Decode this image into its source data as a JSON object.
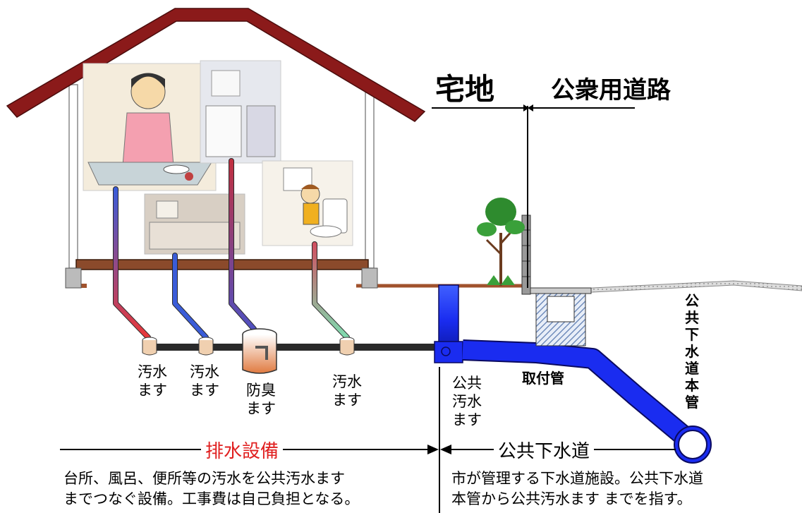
{
  "headings": {
    "private_land": "宅地",
    "public_road": "公衆用道路"
  },
  "labels": {
    "sewage_basin_1": "汚水ます",
    "sewage_basin_2": "汚水ます",
    "odor_trap_basin": "防臭ます",
    "sewage_basin_3": "汚水ます",
    "public_sewage_basin": "公共汚水ます",
    "lateral_pipe": "取付管",
    "main_sewer": "公共下水道本管"
  },
  "sections": {
    "drainage_facility": {
      "title": "排水設備",
      "title_color": "#e02020",
      "desc_line1": "台所、風呂、便所等の汚水を公共汚水ます",
      "desc_line2": "までつなぐ設備。工事費は自己負担となる。"
    },
    "public_sewer": {
      "title": "公共下水道",
      "title_color": "#000000",
      "desc_line1": "市が管理する下水道施設。公共下水道",
      "desc_line2": "本管から公共汚水ます までを指す。"
    }
  },
  "colors": {
    "roof": "#8b1a1a",
    "public_pipe": "#1a2cf0",
    "pipe_hot": "#e8383a",
    "pipe_cold": "#3a5cd8",
    "pipe_mixed": "#7fdcb0",
    "ground": "#a0522d"
  },
  "icons": {
    "kitchen": "kitchen-scene",
    "laundry": "laundry-scene",
    "bath": "bath-scene",
    "toilet": "toilet-scene",
    "tree": "tree-icon"
  }
}
